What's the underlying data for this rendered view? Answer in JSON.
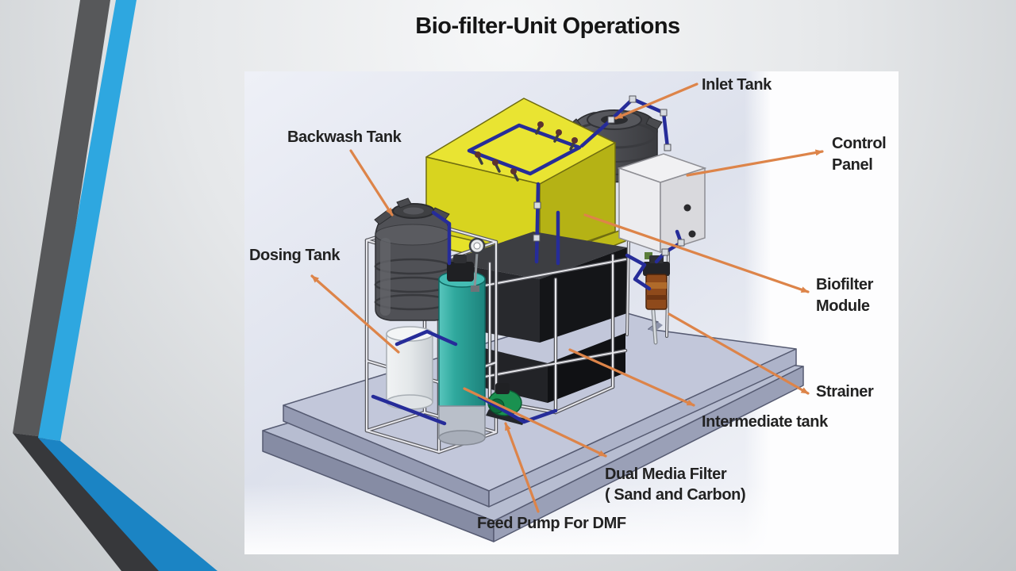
{
  "slide": {
    "title": "Bio-filter-Unit Operations"
  },
  "diagram": {
    "labels": {
      "backwash": "Backwash Tank",
      "inlet": "Inlet Tank",
      "control_line1": "Control",
      "control_line2": "Panel",
      "dosing": "Dosing Tank",
      "biofilter_line1": "Biofilter",
      "biofilter_line2": "Module",
      "strainer": "Strainer",
      "intermediate": "Intermediate tank",
      "dmf_line1": "Dual Media Filter",
      "dmf_line2": "( Sand and Carbon)",
      "feedpump": "Feed Pump For DMF"
    },
    "colors": {
      "arrow_orange": "#dd8449",
      "pipe_blue": "#262c99",
      "module_yellow": "#e2de25",
      "dmf_teal": "#2fa89d",
      "stripe_blue": "#2ea7e0",
      "stripe_gray": "#57585a",
      "platform_gray": "#c2c7da"
    }
  }
}
